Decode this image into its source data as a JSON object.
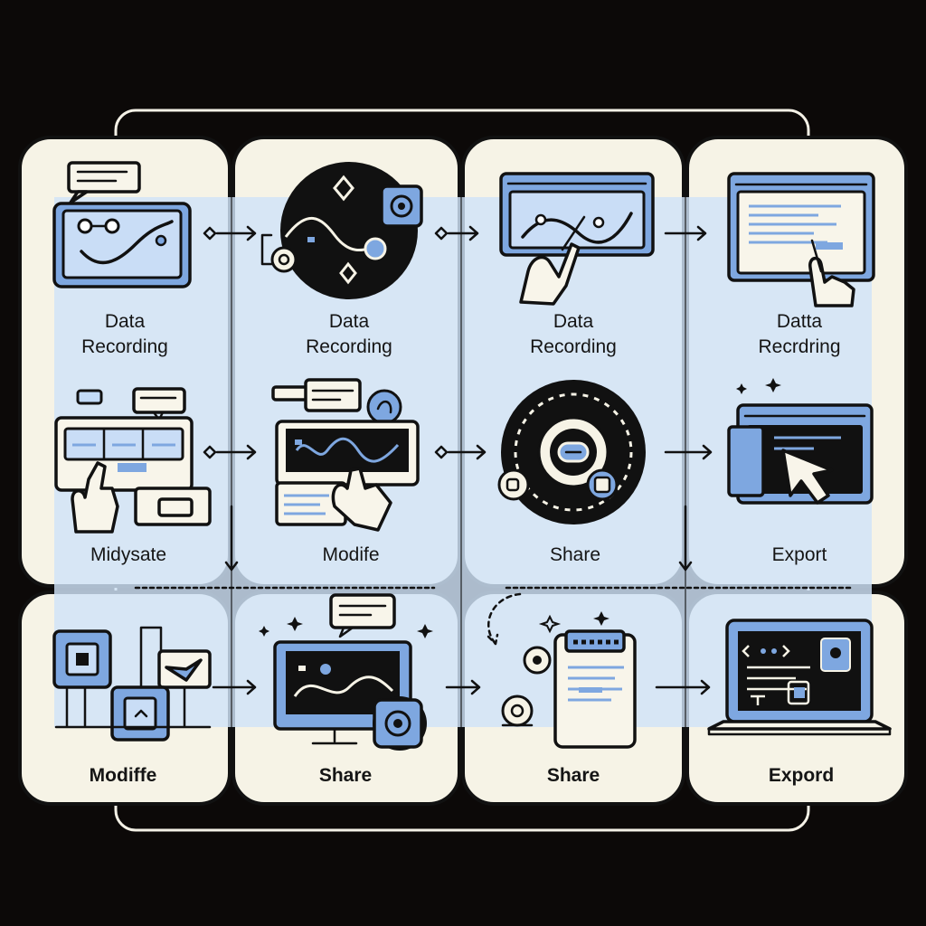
{
  "labels": {
    "r1c1": [
      "Data",
      "Recording"
    ],
    "r1c2": [
      "Data",
      "Recording"
    ],
    "r1c3": [
      "Data",
      "Recording"
    ],
    "r1c4": [
      "Datta",
      "Recrdring"
    ],
    "r2c1": "Midysate",
    "r2c2": "Modife",
    "r2c3": "Share",
    "r2c4": "Export",
    "r3c1": "Modiffe",
    "r3c2": "Share",
    "r3c3": "Share",
    "r3c4": "Expord"
  },
  "colors": {
    "background": "#0c0908",
    "card": "#f6f3e6",
    "band": "#cfe3f8",
    "accent_blue": "#7ea7e0",
    "ink": "#111111"
  },
  "icons": {
    "r1c1": "line-chart-window-icon",
    "r1c2": "chart-circle-icon",
    "r1c3": "hand-drawing-chart-icon",
    "r1c4": "hand-pointing-document-icon",
    "r2c1": "hand-editing-table-icon",
    "r2c2": "hand-typing-waveform-icon",
    "r2c3": "dial-share-icon",
    "r2c4": "cursor-export-window-icon",
    "r3c1": "connected-devices-icon",
    "r3c2": "monitor-gear-share-icon",
    "r3c3": "clipboard-share-icon",
    "r3c4": "laptop-export-icon"
  }
}
